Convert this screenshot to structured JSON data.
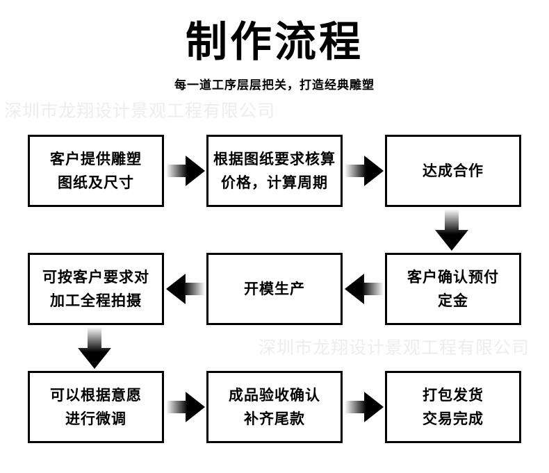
{
  "header": {
    "title": "制作流程",
    "subtitle": "每一道工序层层把关，打造经典雕塑"
  },
  "watermark": {
    "text": "深圳市龙翔设计景观工程有限公司",
    "color": "#ededed",
    "occurrences": 2
  },
  "theme": {
    "background": "#ffffff",
    "ink": "#000000",
    "box_border": "#000000",
    "arrow_fill": "#000000"
  },
  "flowchart": {
    "type": "process-flow",
    "direction": "boustrophedon (row1 left-to-right, row2 right-to-left, row3 left-to-right)",
    "nodes": [
      {
        "id": "n1",
        "row": 1,
        "col": 1,
        "lines": [
          "客户提供雕塑",
          "图纸及尺寸"
        ]
      },
      {
        "id": "n2",
        "row": 1,
        "col": 2,
        "lines": [
          "根据图纸要求核算",
          "价格，计算周期"
        ]
      },
      {
        "id": "n3",
        "row": 1,
        "col": 3,
        "lines": [
          "达成合作"
        ]
      },
      {
        "id": "n4",
        "row": 2,
        "col": 3,
        "lines": [
          "客户确认预付",
          "定金"
        ]
      },
      {
        "id": "n5",
        "row": 2,
        "col": 2,
        "lines": [
          "开模生产"
        ]
      },
      {
        "id": "n6",
        "row": 2,
        "col": 1,
        "lines": [
          "可按客户要求对",
          "加工全程拍摄"
        ]
      },
      {
        "id": "n7",
        "row": 3,
        "col": 1,
        "lines": [
          "可以根据意愿",
          "进行微调"
        ]
      },
      {
        "id": "n8",
        "row": 3,
        "col": 2,
        "lines": [
          "成品验收确认",
          "补齐尾款"
        ]
      },
      {
        "id": "n9",
        "row": 3,
        "col": 3,
        "lines": [
          "打包发货",
          "交易完成"
        ]
      }
    ],
    "edges": [
      {
        "from": "n1",
        "to": "n2",
        "direction": "right"
      },
      {
        "from": "n2",
        "to": "n3",
        "direction": "right"
      },
      {
        "from": "n3",
        "to": "n4",
        "direction": "down"
      },
      {
        "from": "n4",
        "to": "n5",
        "direction": "left"
      },
      {
        "from": "n5",
        "to": "n6",
        "direction": "left"
      },
      {
        "from": "n6",
        "to": "n7",
        "direction": "down"
      },
      {
        "from": "n7",
        "to": "n8",
        "direction": "right"
      },
      {
        "from": "n8",
        "to": "n9",
        "direction": "right"
      }
    ]
  }
}
